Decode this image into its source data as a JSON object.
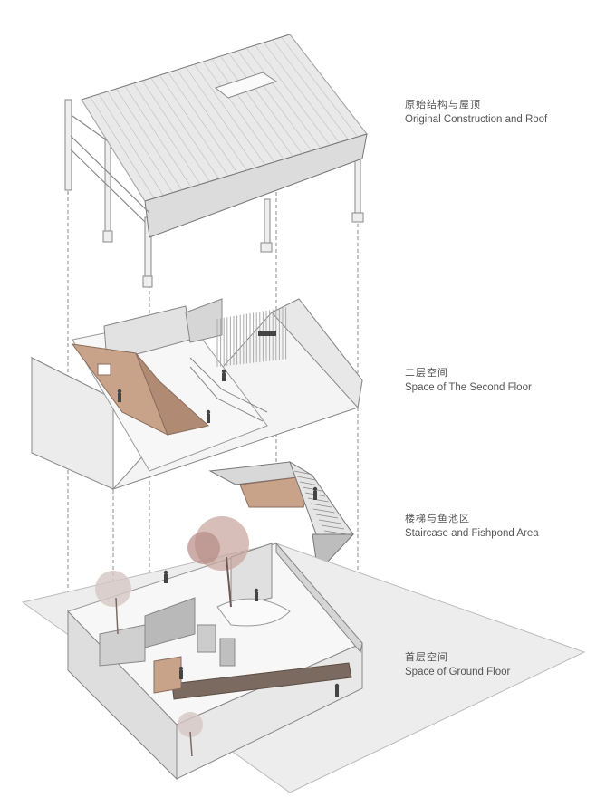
{
  "layers": [
    {
      "id": "roof",
      "zh": "原始结构与屋顶",
      "en": "Original Construction and Roof"
    },
    {
      "id": "second",
      "zh": "二层空间",
      "en": "Space of The Second Floor"
    },
    {
      "id": "staircase",
      "zh": "楼梯与鱼池区",
      "en": "Staircase and Fishpond Area"
    },
    {
      "id": "ground",
      "zh": "首层空间",
      "en": "Space of Ground Floor"
    }
  ],
  "colors": {
    "line": "#7a7a7a",
    "roof": "#e6e6e6",
    "wall": "#d9d9d9",
    "floor": "#f1f1f1",
    "wood": "#c9a28a",
    "dark_wood": "#7b6a60",
    "tree": "#b78a84"
  }
}
